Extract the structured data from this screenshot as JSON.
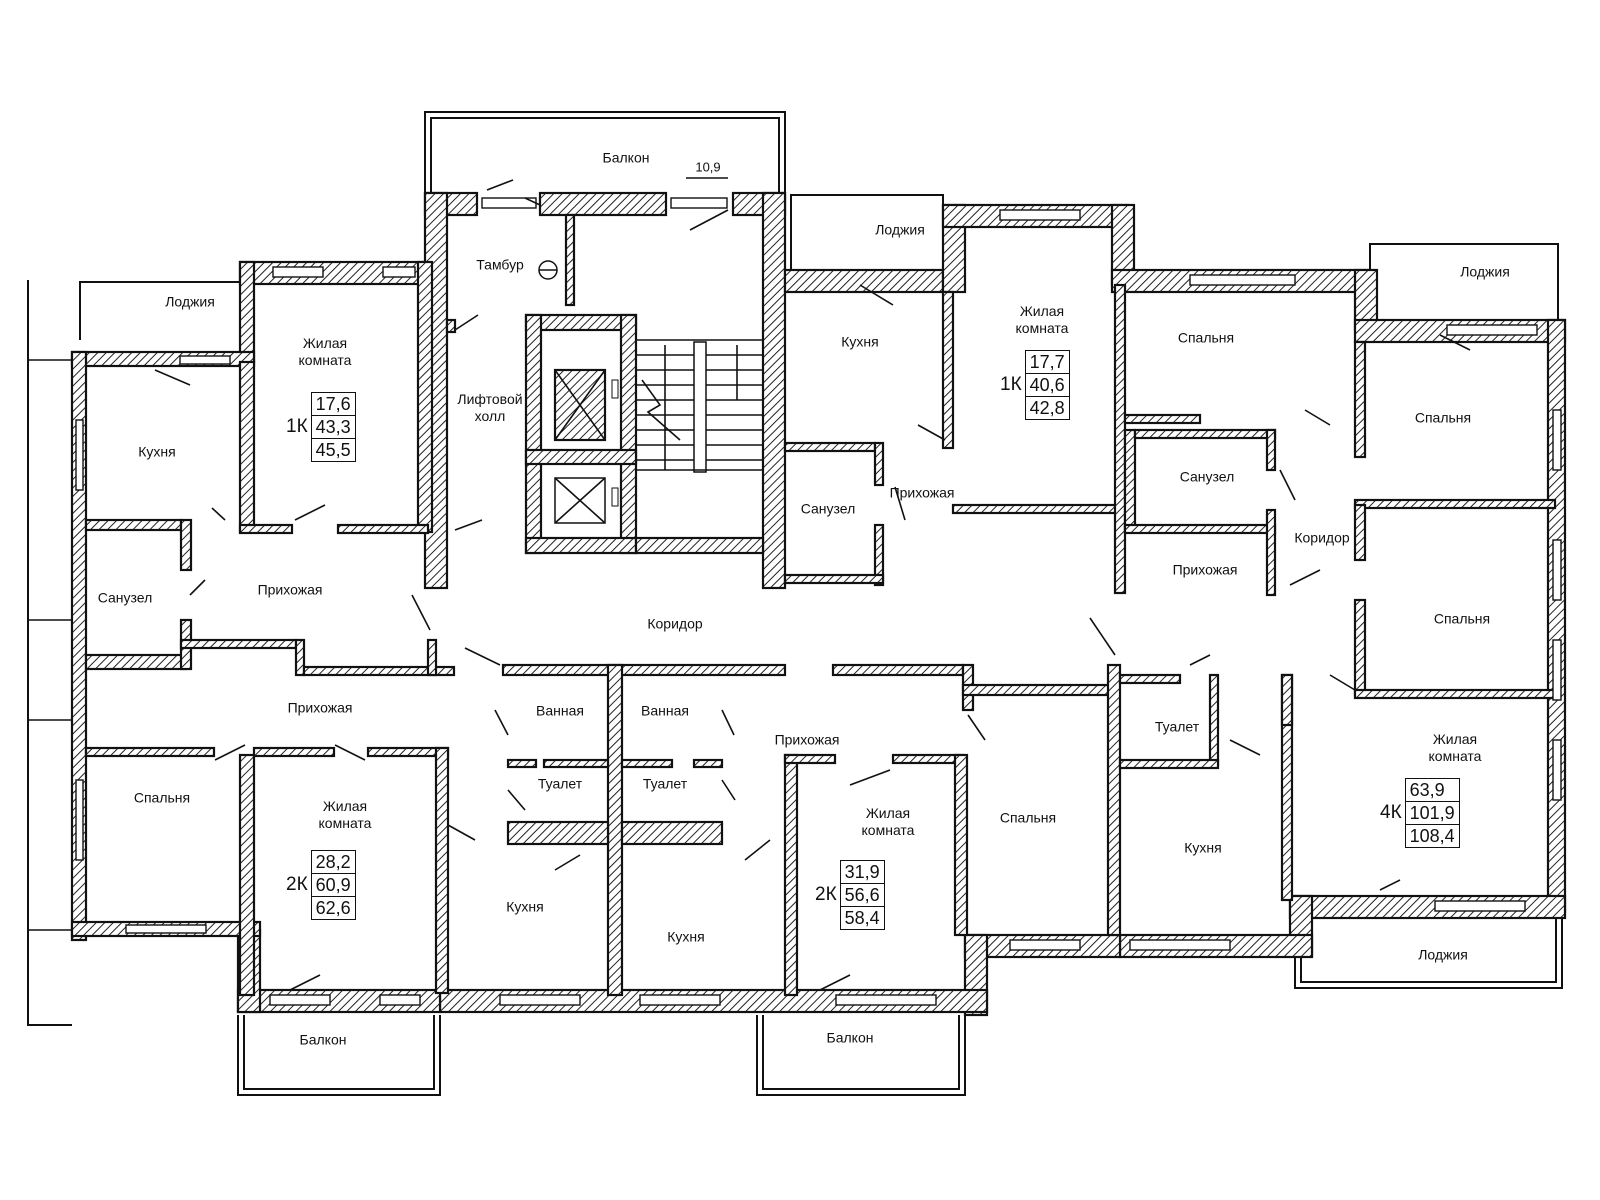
{
  "balcony_top": {
    "label": "Балкон",
    "area": "10,9"
  },
  "rooms": [
    {
      "id": "loggia-1",
      "text": "Лоджия"
    },
    {
      "id": "living-1",
      "text": "Жилая комната"
    },
    {
      "id": "kitchen-1",
      "text": "Кухня"
    },
    {
      "id": "tambour",
      "text": "Тамбур"
    },
    {
      "id": "lift-hall",
      "text": "Лифтовой холл"
    },
    {
      "id": "loggia-2",
      "text": "Лоджия"
    },
    {
      "id": "kitchen-2",
      "text": "Кухня"
    },
    {
      "id": "living-2",
      "text": "Жилая комната"
    },
    {
      "id": "bedroom-1",
      "text": "Спальня"
    },
    {
      "id": "loggia-3",
      "text": "Лоджия"
    },
    {
      "id": "bedroom-2",
      "text": "Спальня"
    },
    {
      "id": "bath-1",
      "text": "Санузел"
    },
    {
      "id": "hall-1",
      "text": "Прихожая"
    },
    {
      "id": "bath-2",
      "text": "Санузел"
    },
    {
      "id": "hall-2",
      "text": "Прихожая"
    },
    {
      "id": "bath-3",
      "text": "Санузел"
    },
    {
      "id": "corridor-1",
      "text": "Коридор"
    },
    {
      "id": "hall-3",
      "text": "Прихожая"
    },
    {
      "id": "corridor-main",
      "text": "Коридор"
    },
    {
      "id": "bedroom-3",
      "text": "Спальня"
    },
    {
      "id": "hall-4",
      "text": "Прихожая"
    },
    {
      "id": "bath-room-1",
      "text": "Ванная"
    },
    {
      "id": "bath-room-2",
      "text": "Ванная"
    },
    {
      "id": "hall-5",
      "text": "Прихожая"
    },
    {
      "id": "toilet-1",
      "text": "Туалет"
    },
    {
      "id": "toilet-2",
      "text": "Туалет"
    },
    {
      "id": "toilet-3",
      "text": "Туалет"
    },
    {
      "id": "bedroom-4",
      "text": "Спальня"
    },
    {
      "id": "living-3",
      "text": "Жилая комната"
    },
    {
      "id": "living-4",
      "text": "Жилая комната"
    },
    {
      "id": "bedroom-5",
      "text": "Спальня"
    },
    {
      "id": "living-5",
      "text": "Жилая комната"
    },
    {
      "id": "kitchen-3",
      "text": "Кухня"
    },
    {
      "id": "kitchen-4",
      "text": "Кухня"
    },
    {
      "id": "kitchen-5",
      "text": "Кухня"
    },
    {
      "id": "balcony-1",
      "text": "Балкон"
    },
    {
      "id": "balcony-2",
      "text": "Балкон"
    },
    {
      "id": "loggia-4",
      "text": "Лоджия"
    }
  ],
  "apartments": [
    {
      "id": "apt-1k-a",
      "type": "1К",
      "values": [
        "17,6",
        "43,3",
        "45,5"
      ]
    },
    {
      "id": "apt-1k-b",
      "type": "1К",
      "values": [
        "17,7",
        "40,6",
        "42,8"
      ]
    },
    {
      "id": "apt-2k-a",
      "type": "2К",
      "values": [
        "28,2",
        "60,9",
        "62,6"
      ]
    },
    {
      "id": "apt-2k-b",
      "type": "2К",
      "values": [
        "31,9",
        "56,6",
        "58,4"
      ]
    },
    {
      "id": "apt-4k",
      "type": "4К",
      "values": [
        "63,9",
        "101,9",
        "108,4"
      ]
    }
  ]
}
